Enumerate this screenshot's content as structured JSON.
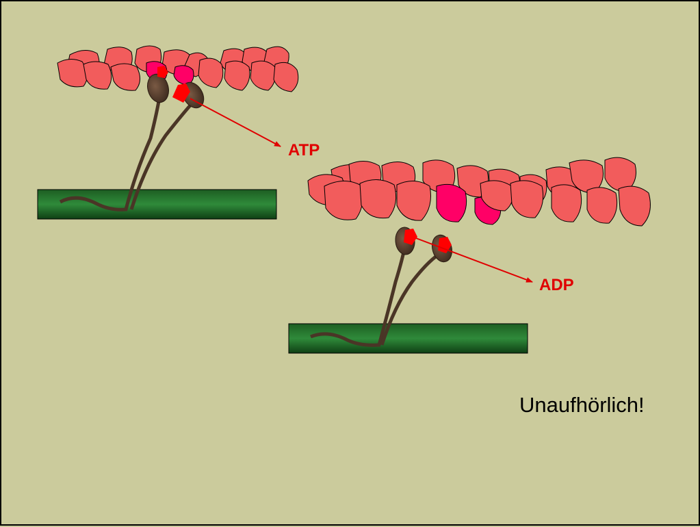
{
  "labels": {
    "atp": "ATP",
    "adp": "ADP"
  },
  "caption": "Unaufhörlich!",
  "colors": {
    "background": "#cbcb9c",
    "actin": "#f25c5c",
    "actin_binding_site": "#ff0066",
    "myosin_filament": "#1e6b2a",
    "myosin_head": "#5a4030",
    "nucleotide": "#ff0000",
    "arrow": "#e00000"
  },
  "icons": {
    "actin_filament": "actin-filament-icon",
    "myosin_head": "myosin-head-icon",
    "nucleotide": "nucleotide-icon"
  }
}
